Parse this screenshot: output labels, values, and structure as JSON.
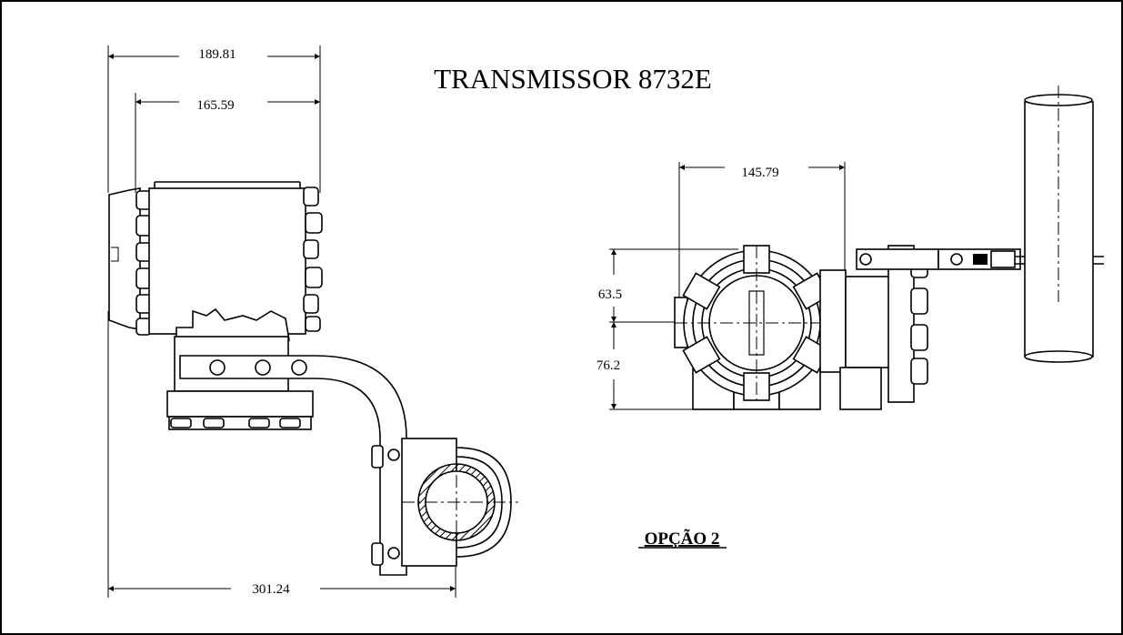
{
  "title": "TRANSMISSOR 8732E",
  "option_label": "OPÇÃO 2",
  "left_view": {
    "dim_top_outer": "189.81",
    "dim_top_inner": "165.59",
    "dim_bottom": "301.24"
  },
  "right_view": {
    "dim_width": "145.79",
    "dim_upper": "63.5",
    "dim_lower": "76.2"
  }
}
